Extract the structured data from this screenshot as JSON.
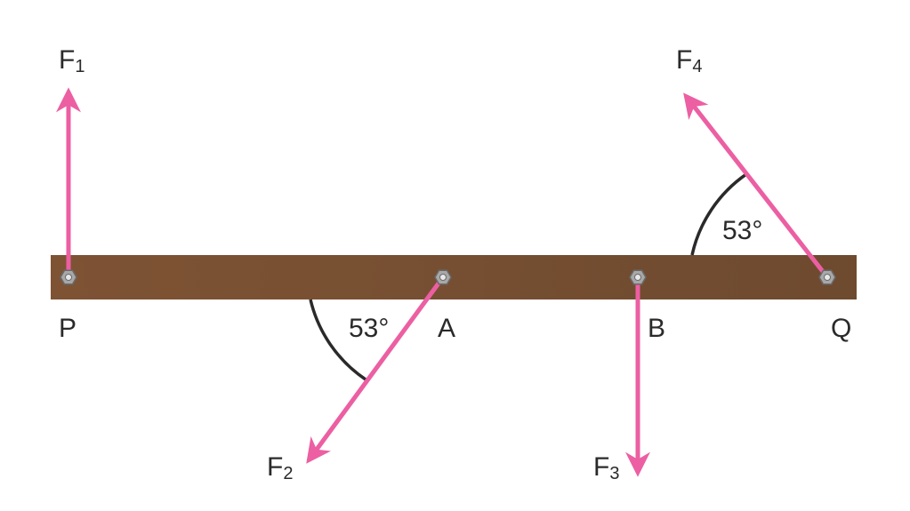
{
  "points": {
    "P": "P",
    "A": "A",
    "B": "B",
    "Q": "Q"
  },
  "forces": [
    {
      "name": "F",
      "sub": "1"
    },
    {
      "name": "F",
      "sub": "2"
    },
    {
      "name": "F",
      "sub": "3"
    },
    {
      "name": "F",
      "sub": "4"
    }
  ],
  "angles": {
    "at_A": "53°",
    "at_Q": "53°"
  },
  "colors": {
    "rod": "#7a4e31",
    "arrow": "#ec5fa2",
    "arc": "#2a2a2a",
    "pin": "#9a9a9a"
  }
}
